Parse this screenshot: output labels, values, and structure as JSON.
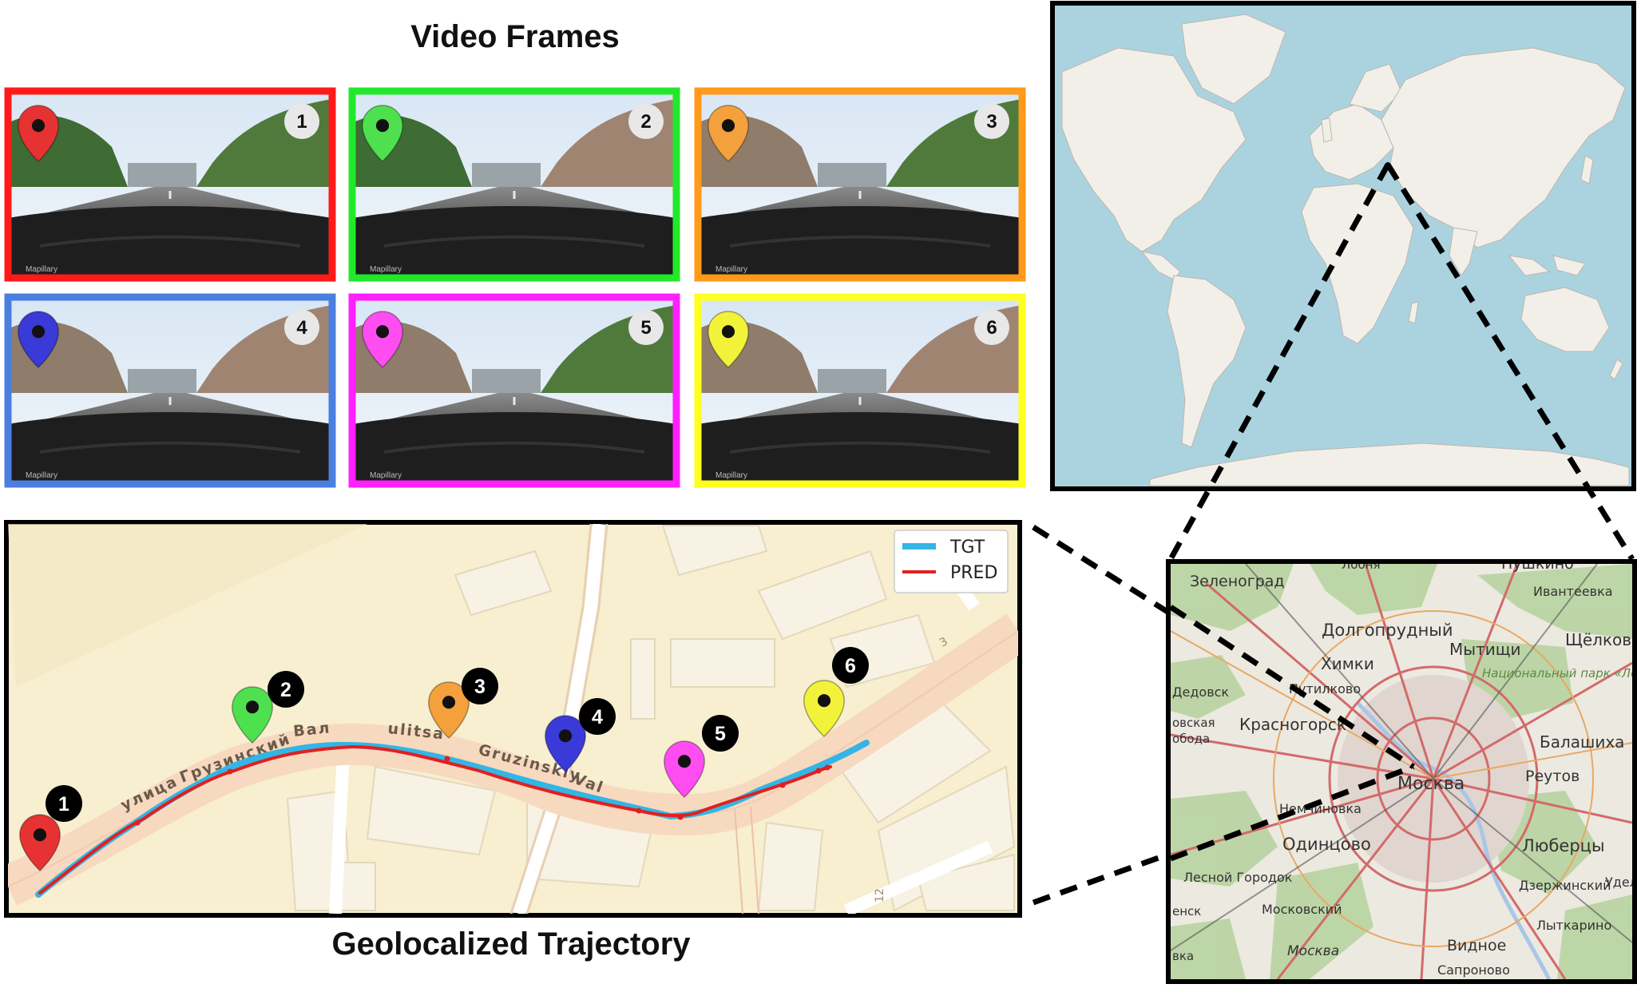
{
  "titles": {
    "video_frames": "Video Frames",
    "trajectory": "Geolocalized Trajectory"
  },
  "frames": [
    {
      "number": "1",
      "color": "#ff1a1a",
      "pin": "#e63232",
      "watermark": "Mapillary"
    },
    {
      "number": "2",
      "color": "#22e82a",
      "pin": "#4fe04f",
      "watermark": "Mapillary"
    },
    {
      "number": "3",
      "color": "#ff9a1a",
      "pin": "#f4a03c",
      "watermark": "Mapillary"
    },
    {
      "number": "4",
      "color": "#4a7fe0",
      "pin": "#3a3ad8",
      "watermark": "Mapillary"
    },
    {
      "number": "5",
      "color": "#ff1fff",
      "pin": "#ff4df2",
      "watermark": "Mapillary"
    },
    {
      "number": "6",
      "color": "#ffff20",
      "pin": "#f2f23a",
      "watermark": "Mapillary"
    }
  ],
  "trajectory_map": {
    "legend": {
      "tgt": "TGT",
      "pred": "PRED"
    },
    "tgt_color": "#33b5e5",
    "pred_color": "#e02020",
    "street_labels": [
      "улица",
      "Грузинский",
      "Вал",
      "ulitsa",
      "Gruzinskiy",
      "Val"
    ],
    "house_numbers": [
      "3",
      "12"
    ],
    "markers": [
      {
        "number": "1",
        "pin": "#e63232"
      },
      {
        "number": "2",
        "pin": "#4fe04f"
      },
      {
        "number": "3",
        "pin": "#f4a03c"
      },
      {
        "number": "4",
        "pin": "#3a3ad8"
      },
      {
        "number": "5",
        "pin": "#ff4df2"
      },
      {
        "number": "6",
        "pin": "#f2f23a"
      }
    ]
  },
  "moscow_map": {
    "labels": [
      "Зеленоград",
      "Лобня",
      "Пушкино",
      "Ивантеевка",
      "Долгопрудный",
      "Щёлков",
      "Мытищи",
      "Химки",
      "Национальный парк «Лосиный остров»",
      "Путилково",
      "Дедовск",
      "Красногорск",
      "Балашиха",
      "Реутов",
      "Москва",
      "Немчиновка",
      "Одинцово",
      "Люберцы",
      "Лесной Городок",
      "Дзержинский",
      "Удел",
      "Московский",
      "Лыткарино",
      "Москва",
      "Видное",
      "Сапроново"
    ],
    "partial_labels": [
      "овская",
      "обода",
      "енск",
      "вка"
    ]
  }
}
